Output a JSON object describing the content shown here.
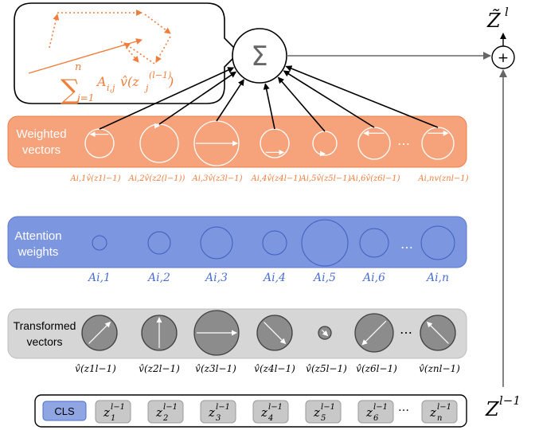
{
  "inset": {
    "formula_sum": "∑",
    "formula_upper": "n",
    "formula_lower": "j=1",
    "formula_term": "A",
    "formula_sub": "i,j",
    "formula_fn": "v̂(z",
    "formula_jsub": "j",
    "formula_sup": "(l−1)",
    "formula_close": ")"
  },
  "sum_node": {
    "symbol": "Σ"
  },
  "plus_node": {
    "symbol": "+"
  },
  "output_label": {
    "base": "Z̃",
    "sup": "l"
  },
  "input_label": {
    "base": "Z",
    "sup": "l−1"
  },
  "bands": {
    "weighted": {
      "title_line1": "Weighted",
      "title_line2": "vectors",
      "fill": "#f6a27a",
      "stroke": "#f07f45",
      "text_color": "#ffffff",
      "ellipsis": "…",
      "labels": [
        "Ai,1v̂(z1l−1)",
        "Ai,2v̂(z2(l−1))",
        "Ai,3v̂(z3l−1)",
        "Ai,4v̂(z4l−1)",
        "Ai,5v̂(z5l−1)",
        "Ai,6v̂(z6l−1)",
        "Ai,nv(znl−1)"
      ]
    },
    "attention": {
      "title_line1": "Attention",
      "title_line2": "weights",
      "fill": "#7c96e0",
      "stroke": "#5b78d0",
      "text_color": "#ffffff",
      "ellipsis": "…",
      "labels": [
        "Ai,1",
        "Ai,2",
        "Ai,3",
        "Ai,4",
        "Ai,5",
        "Ai,6",
        "Ai,n"
      ]
    },
    "transformed": {
      "title_line1": "Transformed",
      "title_line2": "vectors",
      "fill": "#d6d6d6",
      "stroke": "#bdbdbd",
      "text_color": "#000000",
      "ellipsis": "…",
      "labels": [
        "v̂(z1l−1)",
        "v̂(z2l−1)",
        "v̂(z3l−1)",
        "v̂(z4l−1)",
        "v̂(z5l−1)",
        "v̂(z6l−1)",
        "v̂(znl−1)"
      ]
    }
  },
  "tokens": {
    "cls": "CLS",
    "ellipsis": "…",
    "items": [
      {
        "base": "z",
        "sub": "1",
        "sup": "l−1"
      },
      {
        "base": "z",
        "sub": "2",
        "sup": "l−1"
      },
      {
        "base": "z",
        "sub": "3",
        "sup": "l−1"
      },
      {
        "base": "z",
        "sub": "4",
        "sup": "l−1"
      },
      {
        "base": "z",
        "sub": "5",
        "sup": "l−1"
      },
      {
        "base": "z",
        "sub": "6",
        "sup": "l−1"
      },
      {
        "base": "z",
        "sub": "n",
        "sup": "l−1"
      }
    ]
  },
  "colors": {
    "orange": "#ef7d3c",
    "blue": "#4a6fd0",
    "gray_circle": "#8c8c8c",
    "cls_fill": "#8fa6e3",
    "token_fill": "#c8c8c8"
  }
}
